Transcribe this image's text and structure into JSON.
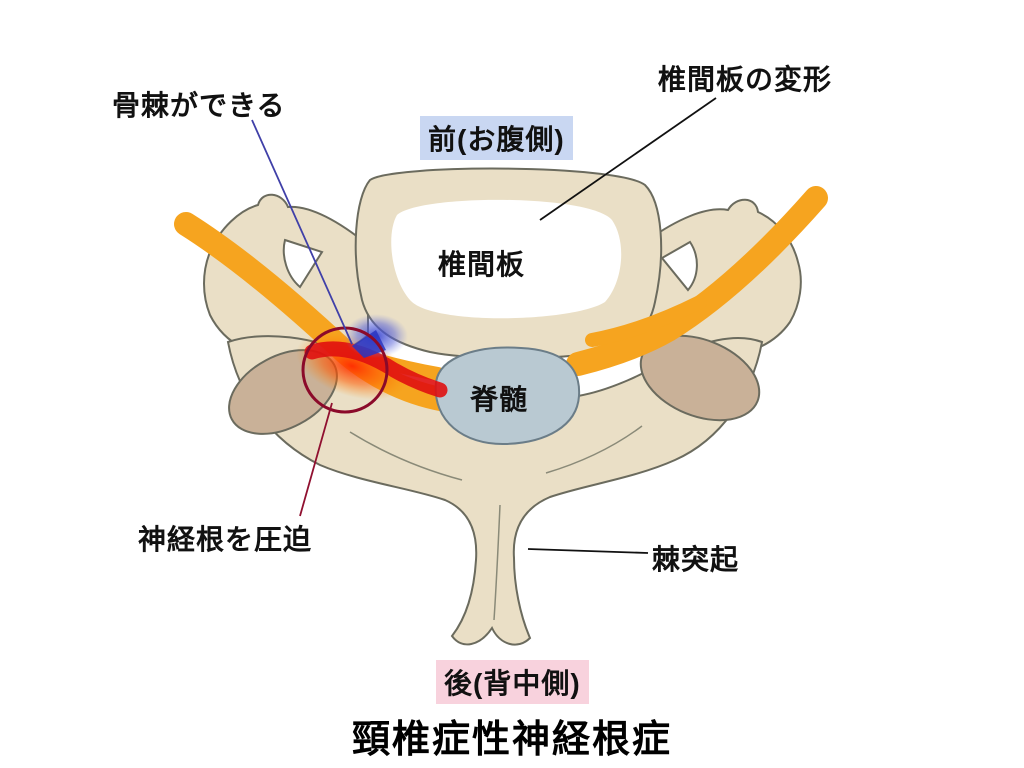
{
  "title": "頸椎症性神経根症",
  "labels": {
    "bone_spur": "骨棘ができる",
    "disc_deformation": "椎間板の変形",
    "anterior": "前(お腹側)",
    "disc": "椎間板",
    "spinal_cord": "脊髄",
    "nerve_root_compression": "神経根を圧迫",
    "spinous_process": "棘突起",
    "posterior": "後(背中側)"
  },
  "colors": {
    "anterior_label_bg": "#c9d7f2",
    "posterior_label_bg": "#f8d2dd",
    "bone_fill": "#eadfc6",
    "bone_outline": "#6b6b5e",
    "lateral_mass_fill": "#c9b198",
    "nerve_orange": "#f6a41f",
    "spinal_cord_fill": "#b9c9d2",
    "compression_red": "#e01010",
    "compression_circle": "#8b0a2a",
    "bone_spur_blue": "#2a35c0",
    "leader_blue": "#4040a8",
    "leader_dark_red": "#901030",
    "leader_black": "#111111"
  }
}
